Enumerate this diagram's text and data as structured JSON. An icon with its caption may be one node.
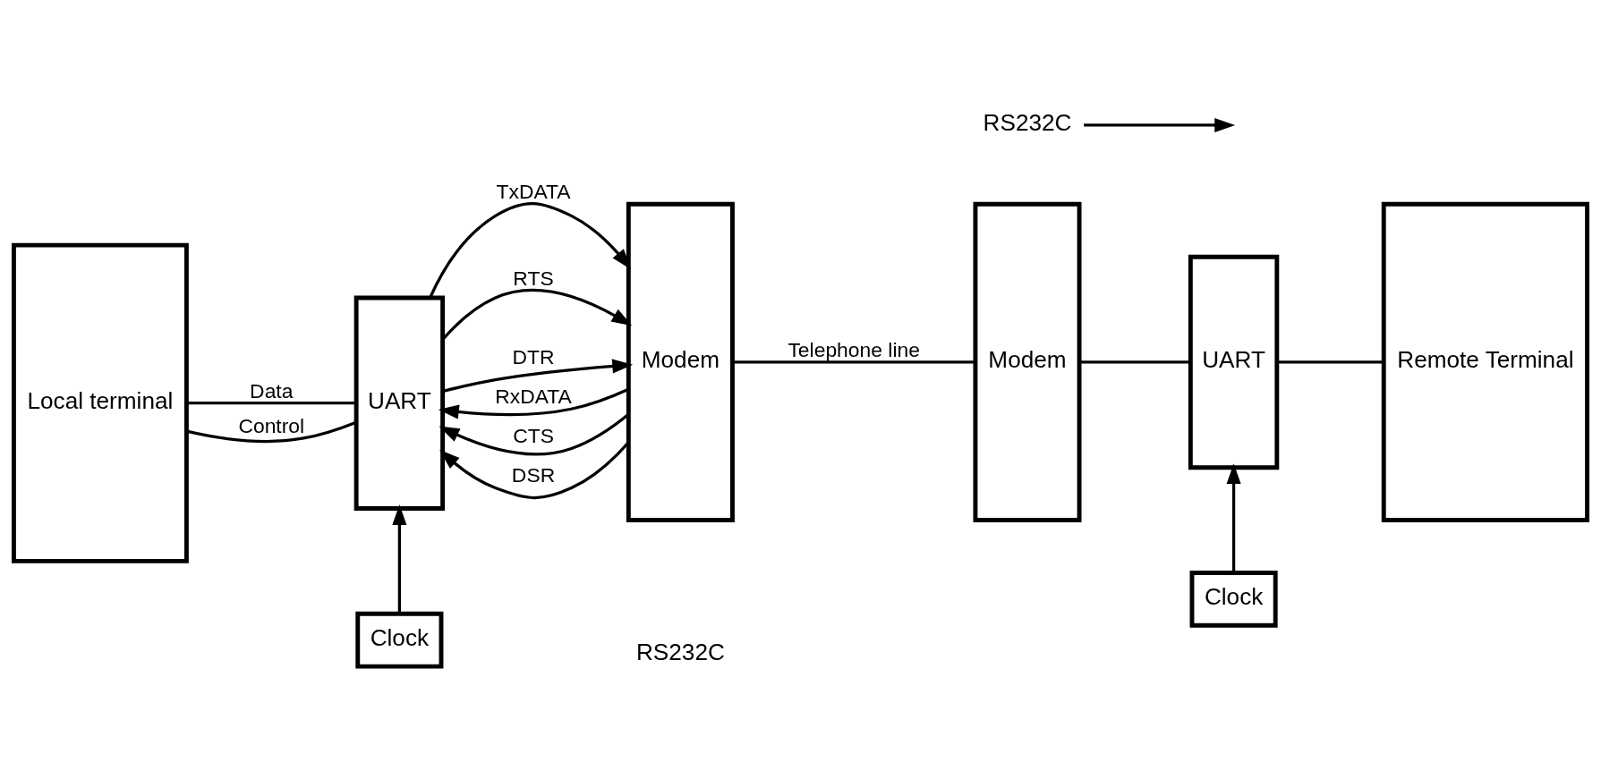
{
  "diagram": {
    "nodes": [
      {
        "text": [
          "Local terminal"
        ]
      },
      {
        "text": [
          "UART"
        ]
      },
      {
        "text": [
          "Clock"
        ]
      },
      {
        "text": [
          "Modem"
        ]
      },
      {
        "text": [
          "Modem"
        ]
      },
      {
        "text": [
          "UART"
        ]
      },
      {
        "text": [
          "Clock"
        ]
      },
      {
        "text": [
          "Remote Terminal"
        ]
      },
      {
        "text": [
          "RS232C"
        ]
      }
    ],
    "edges": [
      {
        "from": 0,
        "to": 1,
        "label": "Data",
        "arrow": "none"
      },
      {
        "from": 0,
        "to": 1,
        "label": "Control",
        "arrow": "none"
      },
      {
        "from": 1,
        "to": 3,
        "label": "TxDATA",
        "arrow": "to"
      },
      {
        "from": 3,
        "to": 1,
        "label": "RxDATA",
        "arrow": "to"
      },
      {
        "from": 1,
        "to": 3,
        "label": "RTS",
        "arrow": "to"
      },
      {
        "from": 3,
        "to": 1,
        "label": "CTS",
        "arrow": "to"
      },
      {
        "from": 1,
        "to": 3,
        "label": "DTR",
        "arrow": "to"
      },
      {
        "from": 3,
        "to": 1,
        "label": "DSR",
        "arrow": "to"
      },
      {
        "from": 2,
        "to": 1,
        "arrow": "to"
      },
      {
        "from": 3,
        "to": 4,
        "label": "Telephone line",
        "arrow": "none"
      },
      {
        "from": 4,
        "to": 5,
        "arrow": "none"
      },
      {
        "from": 5,
        "to": 7,
        "arrow": "none"
      },
      {
        "from": 6,
        "to": 5,
        "arrow": "to"
      },
      {
        "from": 8,
        "to": null,
        "arrow": "to"
      }
    ],
    "labels": [
      "RS232C"
    ]
  }
}
